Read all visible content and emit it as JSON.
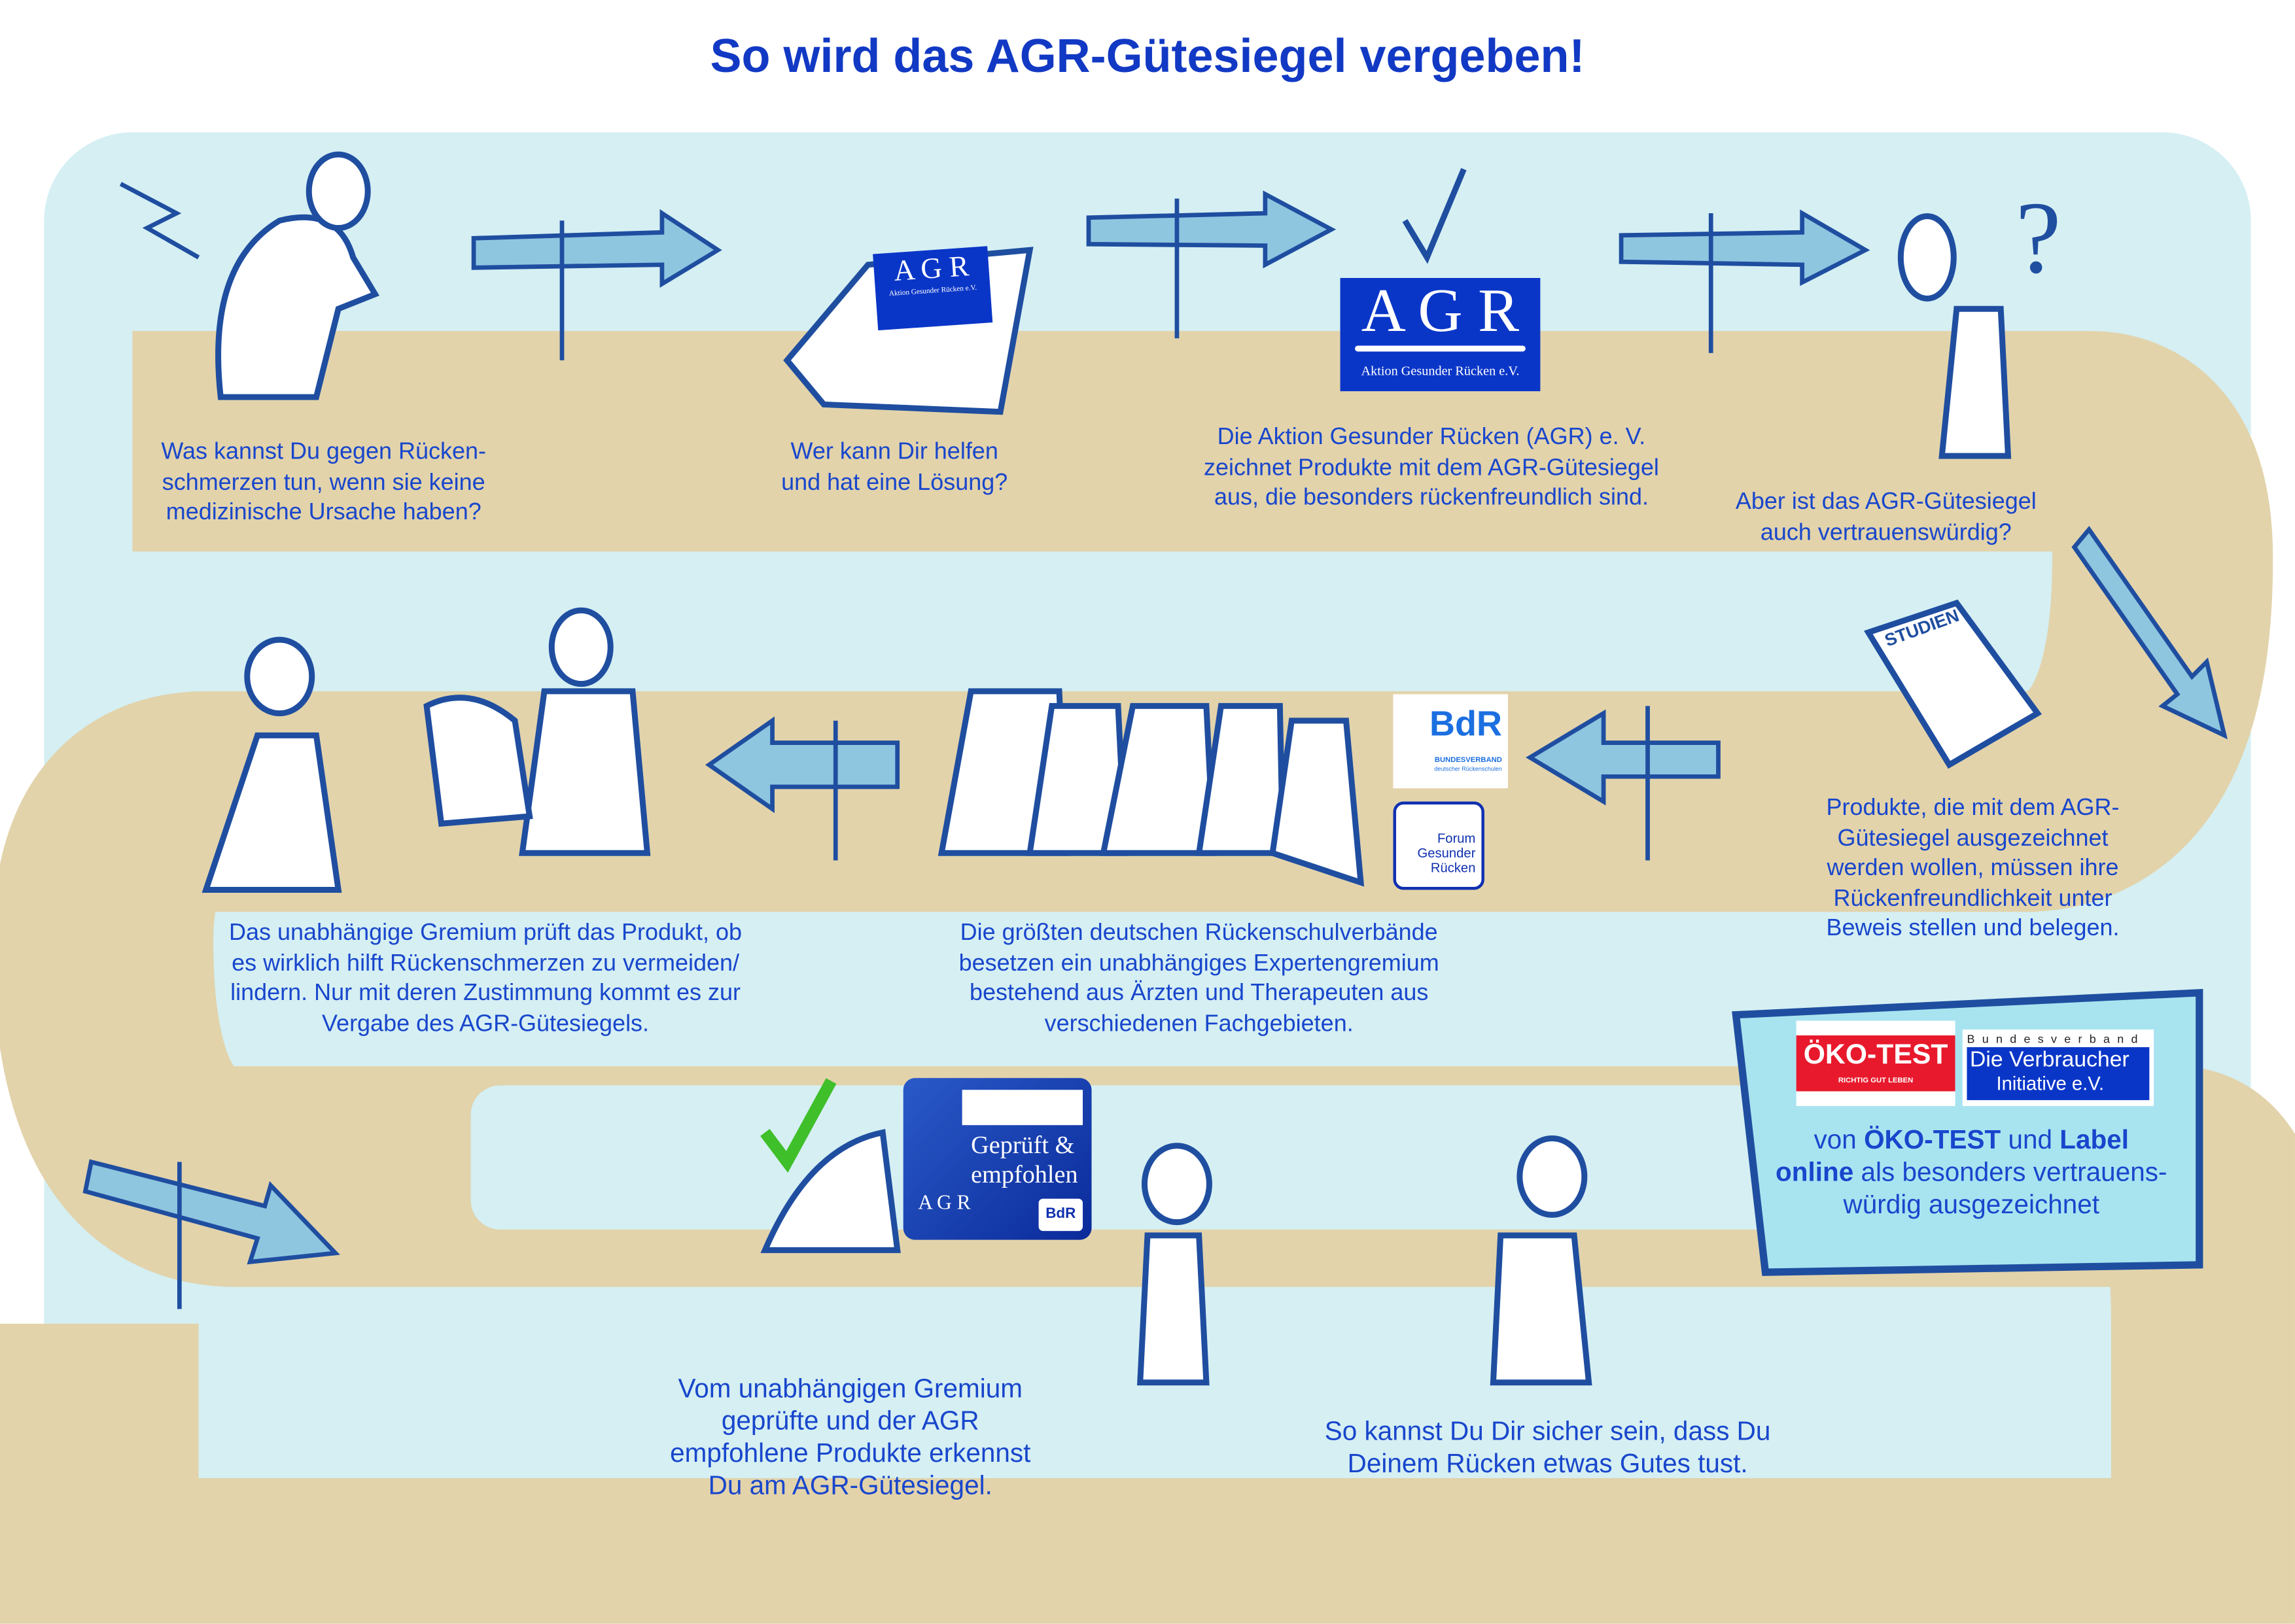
{
  "title": "So wird das AGR-Gütesiegel vergeben!",
  "steps": [
    {
      "lines": [
        "Was kannst Du gegen Rücken-",
        "schmerzen tun, wenn sie keine",
        "medizinische Ursache haben?"
      ]
    },
    {
      "lines": [
        "Wer kann Dir helfen",
        "und hat eine Lösung?"
      ]
    },
    {
      "lines": [
        "Die Aktion Gesunder Rücken (AGR) e. V.",
        "zeichnet Produkte mit dem AGR-Gütesiegel",
        "aus, die besonders rückenfreundlich sind."
      ]
    },
    {
      "lines": [
        "Aber ist das AGR-Gütesiegel",
        "auch vertrauenswürdig?"
      ]
    },
    {
      "lines": [
        "Produkte, die mit dem AGR-",
        "Gütesiegel ausgezeichnet",
        "werden wollen, müssen ihre",
        "Rückenfreundlichkeit unter",
        "Beweis stellen und belegen."
      ]
    },
    {
      "lines": [
        "Die größten deutschen Rückenschulverbände",
        "besetzen ein unabhängiges Expertengremium",
        "bestehend aus Ärzten und Therapeuten aus",
        "verschiedenen Fachgebieten."
      ]
    },
    {
      "lines": [
        "Das unabhängige Gremium prüft das Produkt, ob",
        "es wirklich hilft Rückenschmerzen zu vermeiden/",
        "lindern. Nur mit deren Zustimmung kommt es zur",
        "Vergabe des AGR-Gütesiegels."
      ]
    },
    {
      "lines": [
        "Vom unabhängigen Gremium",
        "geprüfte und der AGR",
        "empfohlene Produkte erkennst",
        "Du am AGR-Gütesiegel."
      ]
    },
    {
      "lines": [
        "So kannst Du Dir sicher sein, dass Du",
        "Deinem Rücken etwas Gutes tust."
      ]
    }
  ],
  "sign": {
    "l1a": "von ",
    "l1b": "ÖKO-TEST",
    "l1c": " und ",
    "l1d": "Label",
    "l2a": "online",
    "l2b": " als besonders vertrauens-",
    "l3": "würdig ausgezeichnet"
  },
  "logos": {
    "agr_letters": "A G R",
    "agr_sub": "Aktion Gesunder Rücken e.V.",
    "studien": "STUDIEN",
    "bdr": "BdR",
    "bdr_sub1": "BUNDESVERBAND",
    "bdr_sub2": "deutscher Rückenschulen",
    "forum": [
      "Forum",
      "Gesunder",
      "Rücken"
    ],
    "oekotest": "ÖKO-TEST",
    "oekotest_sub": "RICHTIG GUT LEBEN",
    "vi_top": "Bundesverband",
    "vi_main": "Die Verbraucher",
    "vi_sub": "Initiative e.V.",
    "seal_l1": "Geprüft &",
    "seal_l2": "empfohlen"
  },
  "colors": {
    "text": "#1846cc",
    "path": "#e2d3ab",
    "sky": "#d5eff3",
    "agr_blue": "#0a36c8",
    "oekotest_red": "#e8192c"
  }
}
